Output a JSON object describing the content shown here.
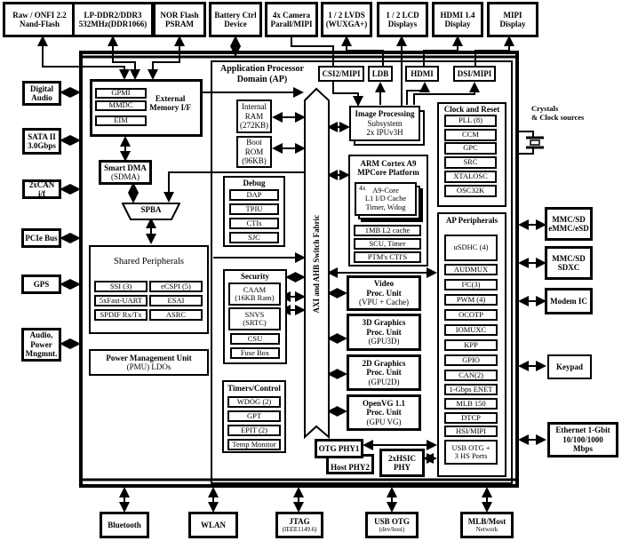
{
  "diagram": {
    "type": "SoC block diagram",
    "top_external": [
      {
        "line1": "Raw / ONFI 2.2",
        "line2": "Nand-Flash"
      },
      {
        "line1": "LP-DDR2/DDR3",
        "line2": "532MHz(DDR1066)"
      },
      {
        "line1": "NOR Flash",
        "line2": "PSRAM"
      },
      {
        "line1": "Battery Ctrl",
        "line2": "Device"
      },
      {
        "line1": "4x Camera",
        "line2": "Parall/MIPI"
      },
      {
        "line1": "1 / 2 LVDS",
        "line2": "(WUXGA+)"
      },
      {
        "line1": "1 / 2 LCD",
        "line2": "Displays"
      },
      {
        "line1": "HDMI 1.4",
        "line2": "Display"
      },
      {
        "line1": "MIPI",
        "line2": "Display"
      }
    ],
    "left_external": [
      {
        "line1": "Digital",
        "line2": "Audio"
      },
      {
        "line1": "SATA II",
        "line2": "3.0Gbps"
      },
      {
        "line1": "2xCAN i/f",
        "line2": ""
      },
      {
        "line1": "PCIe Bus",
        "line2": ""
      },
      {
        "line1": "GPS",
        "line2": ""
      },
      {
        "line1": "Audio,",
        "line2": "Power",
        "line3": "Mngmnt."
      }
    ],
    "right_external": [
      {
        "line1": "MMC/SD",
        "line2": "eMMC/eSD"
      },
      {
        "line1": "MMC/SD",
        "line2": "SDXC"
      },
      {
        "line1": "Modem IC",
        "line2": ""
      },
      {
        "line1": "Keypad",
        "line2": ""
      },
      {
        "line1": "Ethernet 1-Gbit",
        "line2": "10/100/1000",
        "line3": "Mbps"
      }
    ],
    "bottom_external": [
      {
        "line1": "Bluetooth",
        "line2": ""
      },
      {
        "line1": "WLAN",
        "line2": ""
      },
      {
        "line1": "JTAG",
        "line2": "(IEEE1149.6)"
      },
      {
        "line1": "USB OTG",
        "line2": "(dev/host)"
      },
      {
        "line1": "MLB/Most",
        "line2": "Network"
      }
    ],
    "crystals": {
      "line1": "Crystals",
      "line2": "& Clock sources"
    },
    "ext_mem": {
      "title1": "External",
      "title2": "Memory I/F",
      "items": [
        "GPMI",
        "MMDC",
        "EIM"
      ]
    },
    "sdma": {
      "line1": "Smart DMA",
      "line2": "(SDMA)"
    },
    "spba": "SPBA",
    "shared": {
      "title": "Shared Peripherals",
      "items": [
        "SSI (3)",
        "eCSPI (5)",
        "5xFast-UART",
        "ESAI",
        "SPDIF Rx/Tx",
        "ASRC"
      ]
    },
    "pmu": {
      "line1": "Power Management Unit",
      "line2": "(PMU) LDOs"
    },
    "ap": {
      "title1": "Application Processor",
      "title2": "Domain (AP)"
    },
    "iram": {
      "line1": "Internal",
      "line2": "RAM",
      "line3": "(272KB)"
    },
    "brom": {
      "line1": "Boot",
      "line2": "ROM",
      "line3": "(96KB)"
    },
    "debug": {
      "title": "Debug",
      "items": [
        "DAP",
        "TPIU",
        "CTIs",
        "SJC"
      ]
    },
    "security": {
      "title": "Security",
      "items": [
        {
          "line1": "CAAM",
          "line2": "(16KB Ram)"
        },
        {
          "line1": "SNVS",
          "line2": "(SRTC)"
        },
        {
          "line1": "CSU",
          "line2": ""
        },
        {
          "line1": "Fuse Box",
          "line2": ""
        }
      ]
    },
    "timers": {
      "title": "Timers/Control",
      "items": [
        "WDOG (2)",
        "GPT",
        "EPIT (2)",
        "Temp Monitor"
      ]
    },
    "fabric": "AXI and AHB Switch Fabric",
    "top_ifaces": [
      "CSI2/MIPI",
      "LDB",
      "HDMI",
      "DSI/MIPI"
    ],
    "ipu": {
      "line1": "Image Processing",
      "line2": "Subsystem",
      "line3": "2x IPUv3H"
    },
    "arm": {
      "title1": "ARM Cortex A9",
      "title2": "MPCore Platform",
      "core_count": "4x",
      "core1": "A9-Core",
      "core2": "L1 I/D Cache",
      "core3": "Timer, Wdog",
      "items": [
        "1MB L2 cache",
        "SCU, Timer",
        "PTM's CTI'S"
      ]
    },
    "vpu": {
      "line1": "Video",
      "line2": "Proc. Unit",
      "line3": "(VPU + Cache)"
    },
    "gpu3d": {
      "line1": "3D Graphics",
      "line2": "Proc. Unit",
      "line3": "(GPU3D)"
    },
    "gpu2d": {
      "line1": "2D Graphics",
      "line2": "Proc. Unit",
      "line3": "(GPU2D)"
    },
    "gpuvg": {
      "line1": "OpenVG 1.1",
      "line2": "Proc. Unit",
      "line3": "(GPU VG)"
    },
    "clock": {
      "title": "Clock and Reset",
      "items": [
        "PLL (8)",
        "CCM",
        "GPC",
        "SRC",
        "XTALOSC",
        "OSC32K"
      ]
    },
    "apperiph": {
      "title": "AP Peripherals",
      "items": [
        "uSDHC (4)",
        "AUDMUX",
        "I²C(3)",
        "PWM (4)",
        "OCOTP",
        "IOMUXC",
        "KPP",
        "GPIO",
        "CAN(2)",
        "1-Gbps ENET",
        "MLB 150",
        "DTCP",
        "HSI/MIPI"
      ],
      "usb1": "USB OTG +",
      "usb2": "3 HS Ports"
    },
    "otgphy": "OTG PHY1",
    "hostphy": "Host PHY2",
    "hsic": {
      "line1": "2xHSIC",
      "line2": "PHY"
    }
  }
}
